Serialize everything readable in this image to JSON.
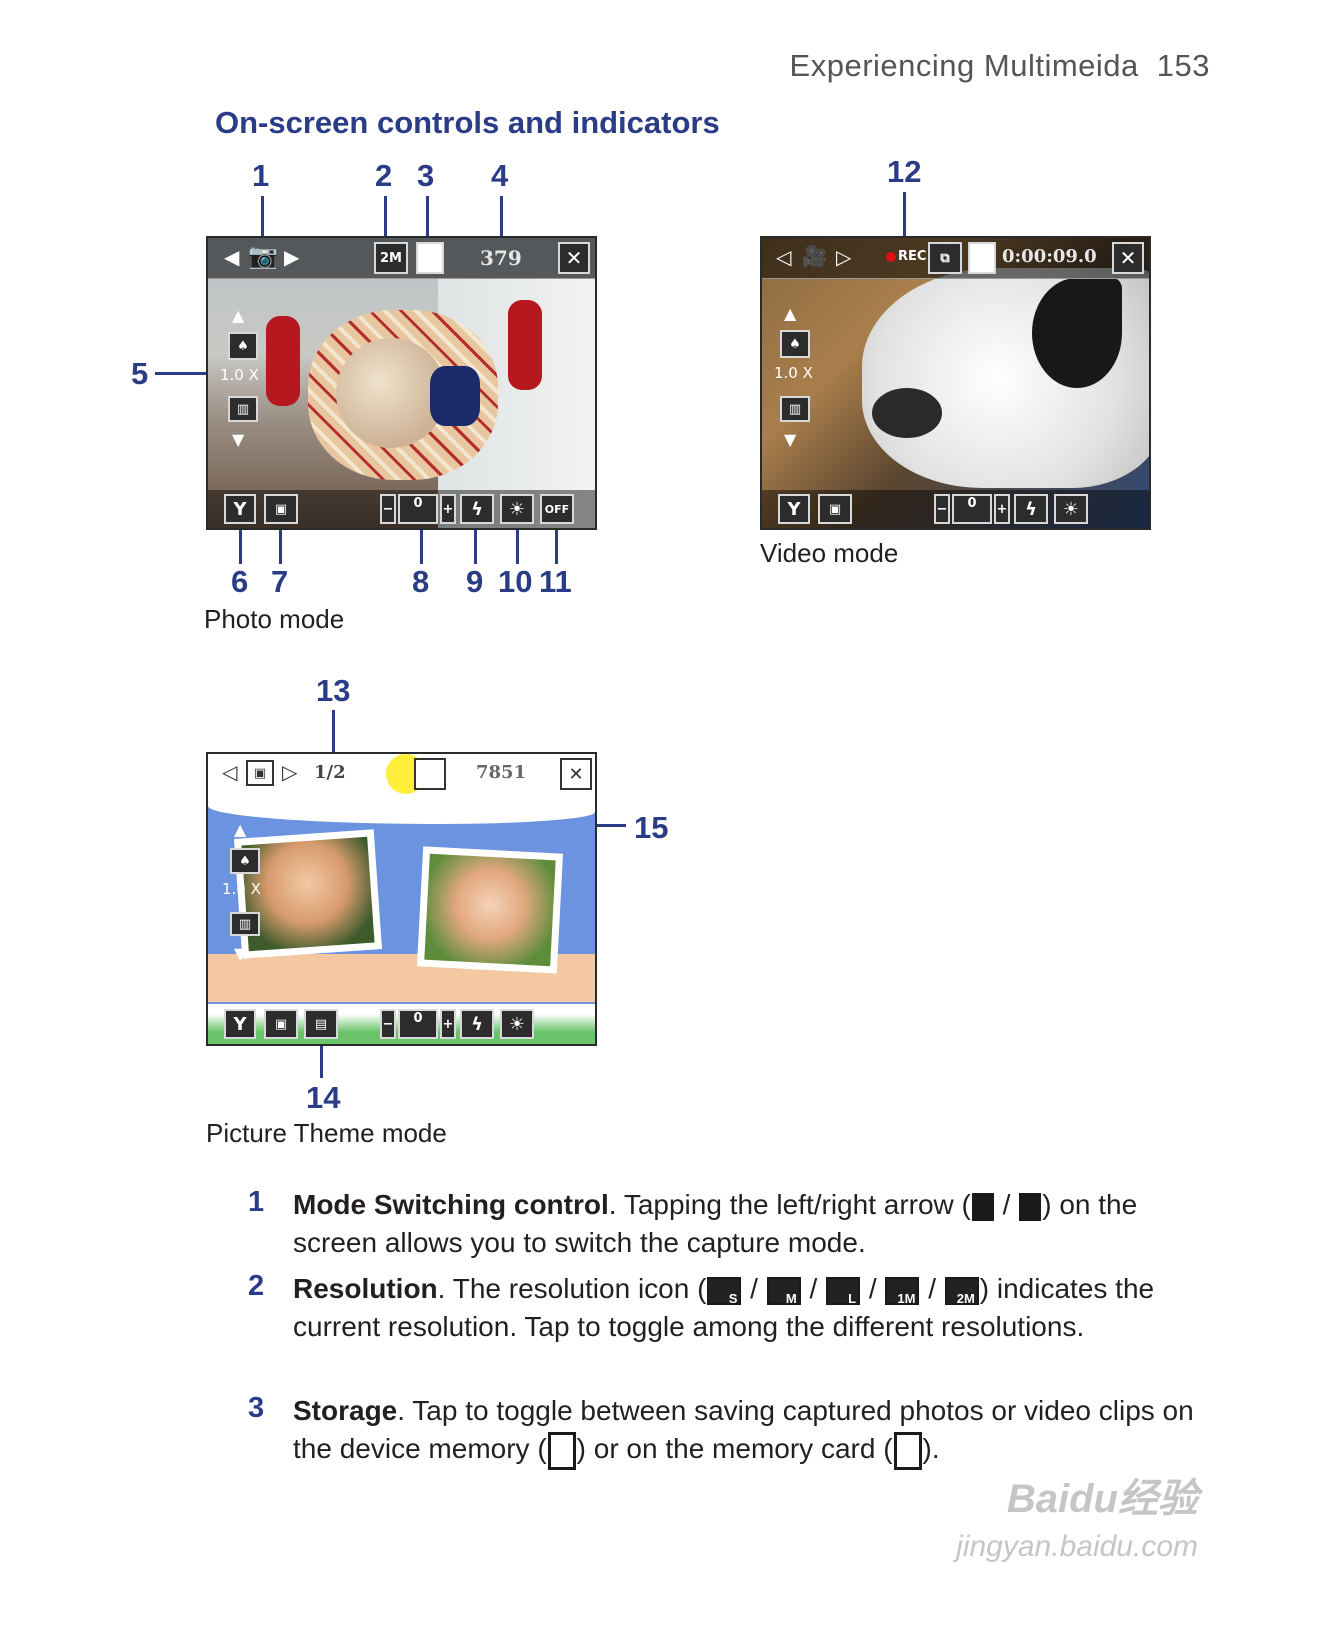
{
  "header": {
    "running_head": "Experiencing Multimeida",
    "page_number": "153"
  },
  "section_title": "On-screen controls and indicators",
  "photo_mode": {
    "caption": "Photo mode",
    "callouts": {
      "c1": "1",
      "c2": "2",
      "c3": "3",
      "c4": "4",
      "c5": "5",
      "c6": "6",
      "c7": "7",
      "c8": "8",
      "c9": "9",
      "c10": "10",
      "c11": "11"
    },
    "resolution_badge": "2M",
    "shots_remaining": "379",
    "zoom_level": "1.0 X",
    "exposure_value": "0",
    "flash_off_label": "OFF"
  },
  "video_mode": {
    "caption": "Video mode",
    "callouts": {
      "c12": "12"
    },
    "rec_label": "REC",
    "record_time": "0:00:09.0",
    "zoom_level": "1.0 X",
    "exposure_value": "0"
  },
  "picture_theme_mode": {
    "caption": "Picture Theme mode",
    "callouts": {
      "c13": "13",
      "c14": "14",
      "c15": "15"
    },
    "frame_count": "1/2",
    "shots_remaining": "7851",
    "zoom_level": "1.0 X",
    "exposure_value": "0"
  },
  "list": [
    {
      "num": "1",
      "term": "Mode Switching control",
      "text_a": ". Tapping the left/right arrow (",
      "text_b": ") on the screen allows you to switch the capture mode."
    },
    {
      "num": "2",
      "term": "Resolution",
      "text_a": ". The resolution icon (",
      "text_b": ") indicates the current resolution. Tap to toggle among the different resolutions.",
      "icons": [
        "S",
        "M",
        "L",
        "1M",
        "2M"
      ]
    },
    {
      "num": "3",
      "term": "Storage",
      "text_a": ". Tap to toggle between saving captured photos or video clips on the device memory (",
      "text_b": ") or on the memory card (",
      "text_c": ")."
    }
  ],
  "watermark": {
    "brand": "Baidu经验",
    "url": "jingyan.baidu.com"
  },
  "colors": {
    "accent": "#2b3c86",
    "rec_dot": "#e01010",
    "theme_sky": "#6c93e0",
    "theme_ground": "#f4c8a0",
    "theme_bar": "#6ac46a"
  },
  "icons": [
    "camera-icon",
    "video-camera-icon",
    "picture-theme-icon",
    "close-icon",
    "storage-icon",
    "flash-icon",
    "brightness-icon",
    "timer-icon",
    "settings-icon",
    "menu-icon",
    "zoom-up-icon",
    "zoom-down-icon"
  ]
}
